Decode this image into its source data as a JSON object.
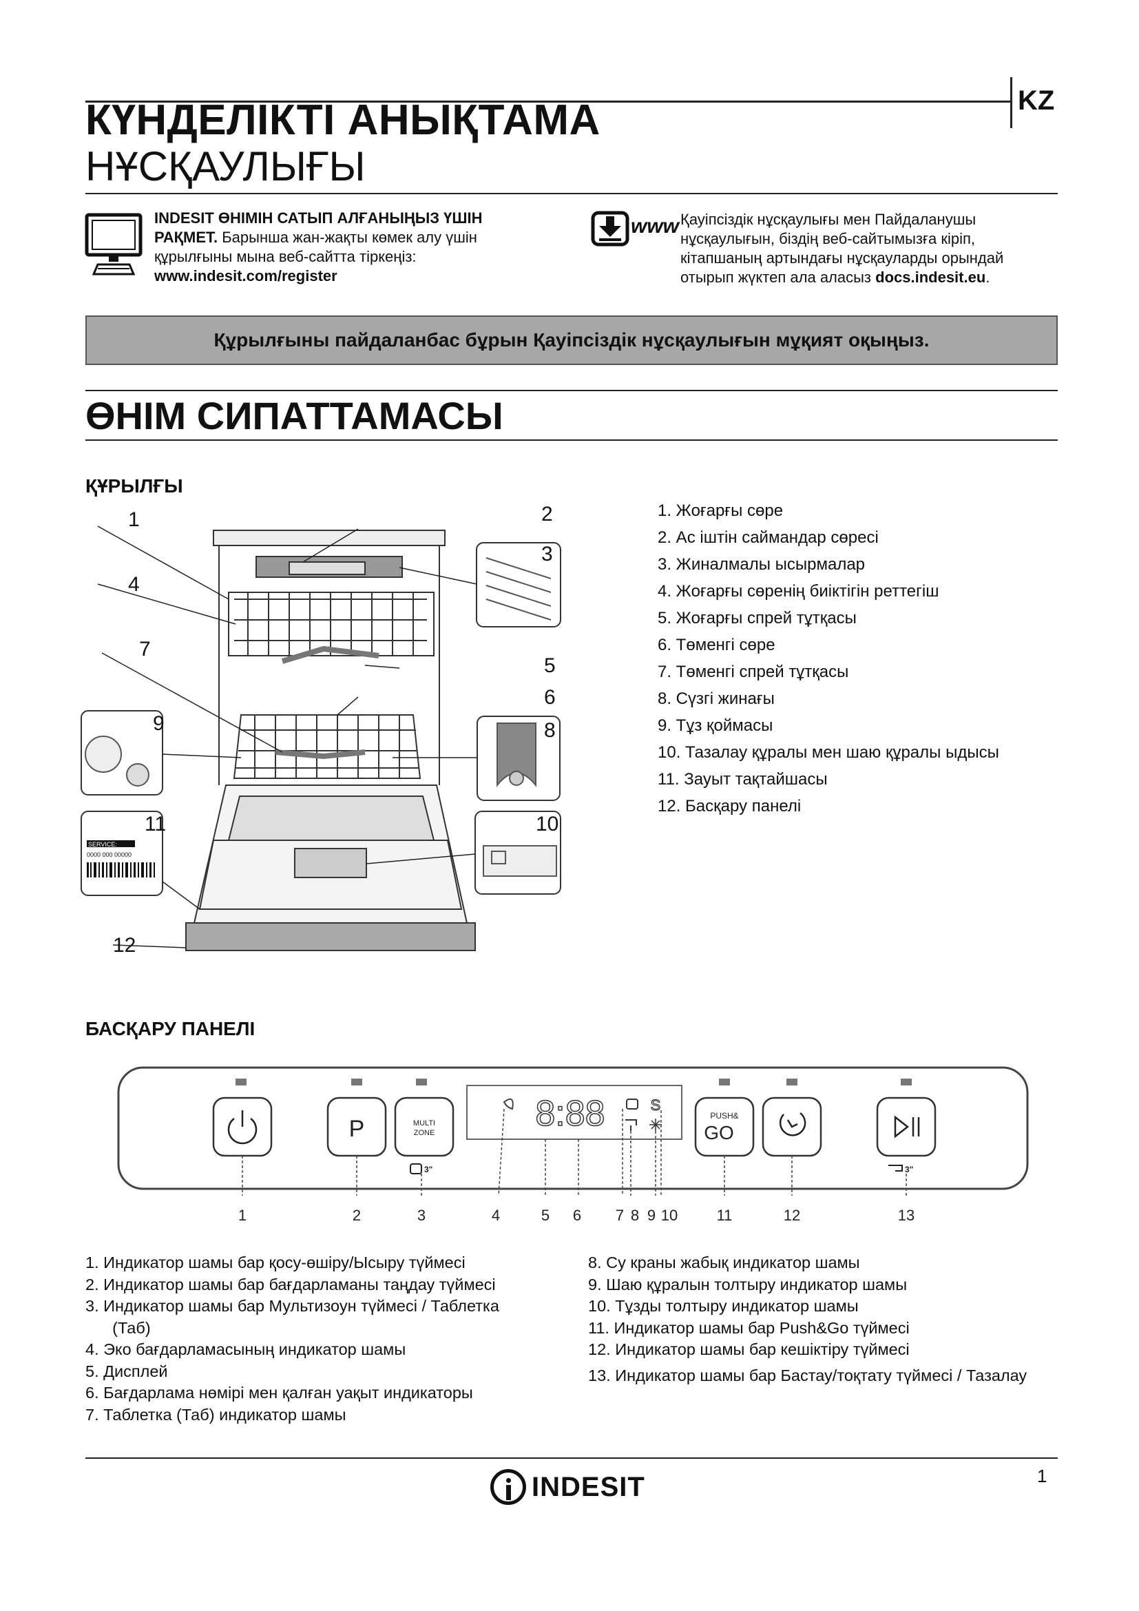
{
  "header": {
    "title_line1": "КҮНДЕЛІКТІ АНЫҚТАМА",
    "title_line2": "НҰСҚАУЛЫҒЫ",
    "language_code": "KZ"
  },
  "intro": {
    "left_bold": "INDESIT ӨНІМІН САТЫП АЛҒАНЫҢЫЗ ҮШІН РАҚМЕТ.",
    "left_text": " Барынша жан-жақты көмек алу үшін құрылғыны мына веб-сайтта тіркеңіз:",
    "left_url": "www.indesit.com/register",
    "www_label": "www",
    "right_text": "Қауіпсіздік нұсқаулығы мен Пайдаланушы нұсқаулығын, біздің веб-сайтымызға кіріп, кітапшаның артындағы нұсқауларды орындай отырып жүктеп ала аласыз ",
    "right_url": "docs.indesit.eu",
    "right_end": "."
  },
  "banner_text": "Құрылғыны пайдаланбас бұрын Қауіпсіздік нұсқаулығын мұқият оқыңыз.",
  "section_title": "ӨНІМ СИПАТТАМАСЫ",
  "device": {
    "heading": "ҚҰРЫЛҒЫ",
    "parts": [
      "1.  Жоғарғы сөре",
      "2.  Ас іштін саймандар сөресі",
      "3.  Жиналмалы ысырмалар",
      "4.  Жоғарғы сөренің биіктігін реттегіш",
      "5.  Жоғарғы спрей тұтқасы",
      "6.  Төменгі сөре",
      "7.  Төменгі спрей тұтқасы",
      "8.  Сүзгі жинағы",
      "9.  Тұз қоймасы",
      "10.  Тазалау құралы мен шаю құралы ыдысы",
      "11.  Зауыт тақтайшасы",
      "12.  Басқару панелі"
    ],
    "callouts": [
      "1",
      "2",
      "3",
      "4",
      "5",
      "6",
      "7",
      "8",
      "9",
      "10",
      "11",
      "12"
    ],
    "service_label": "SERVICE:",
    "service_code": "0000 000 00000"
  },
  "control_panel": {
    "heading": "БАСҚАРУ ПАНЕЛІ",
    "btn_p": "P",
    "btn_multi_line1": "MULTI",
    "btn_multi_line2": "ZONE",
    "btn_push_line1": "PUSH&",
    "btn_push_line2": "GO",
    "display_digits": "8:88",
    "display_s": "S",
    "three_sec": "3\"",
    "numbers": [
      "1",
      "2",
      "3",
      "4",
      "5",
      "6",
      "7",
      "8",
      "9",
      "10",
      "11",
      "12",
      "13"
    ],
    "legend_left": [
      "1.  Индикатор шамы бар қосу-өшіру/Ысыру түймесі",
      "2.  Индикатор шамы бар бағдарламаны таңдау түймесі",
      "3.  Индикатор шамы бар Мультизоун түймесі / Таблетка",
      "      (Таб)",
      "4.  Эко бағдарламасының индикатор шамы",
      "5.  Дисплей",
      "6.  Бағдарлама нөмірі мен қалған уақыт индикаторы",
      "7.  Таблетка (Таб) индикатор шамы"
    ],
    "legend_right": [
      "8.  Су краны жабық индикатор шамы",
      "9.  Шаю құралын толтыру индикатор шамы",
      "10.  Тұзды толтыру индикатор шамы",
      "11.  Индикатор шамы бар Push&Go түймесі",
      "12.  Индикатор шамы бар кешіктіру түймесі",
      "13.  Индикатор шамы бар Бастау/тоқтату түймесі / Тазалау"
    ]
  },
  "footer": {
    "brand": "INDESIT",
    "page_number": "1"
  }
}
